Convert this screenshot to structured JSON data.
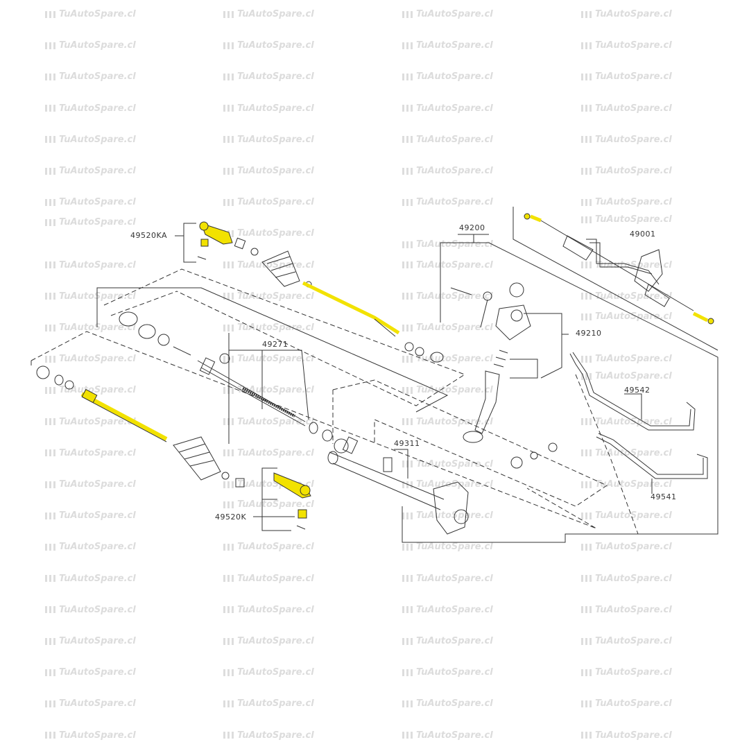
{
  "watermark": {
    "text": "TuAutoSpare.cl"
  },
  "colors": {
    "highlight": "#f2e200",
    "line": "#333333",
    "watermark": "#dcdcdc"
  },
  "labels": {
    "p49520KA": "49520KA",
    "p49200": "49200",
    "p49001": "49001",
    "p49210": "49210",
    "p49271": "49271",
    "p49542": "49542",
    "p49311": "49311",
    "p49541": "49541",
    "p49520K": "49520K"
  }
}
